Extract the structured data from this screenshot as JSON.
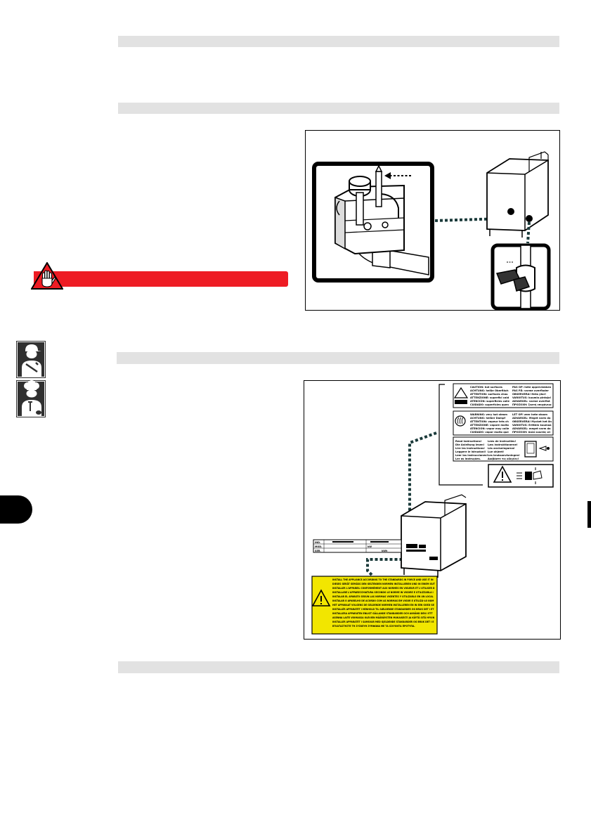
{
  "page": {
    "background": "#ffffff",
    "section_bar_color": "#e2e2e2",
    "warning_color": "#ee1c24",
    "label_yellow": "#f2e600"
  },
  "labels": {
    "hot_surface": {
      "left": [
        "CAUTION: hot surfaces",
        "ACHTUNG: heiße Oberflächen",
        "ATTENTION: surfaces chaudes",
        "ATTENZIONE: superfici calde",
        "ATENCIÓN: superficies calientes",
        "CUIDADO: superfícies quentes"
      ],
      "right": [
        "PAS OP: hete oppervlakken!",
        "PAS PÅ: varme overflader",
        "OBSERVERA! Heta ytor!",
        "VAROITUS: kuumia pintoja!",
        "ADVARSEL: varme overflater!",
        "ΠΡΟΣΟΧΗ: ζεστή επιφάνεια"
      ]
    },
    "hot_steam": {
      "left": [
        "WARNING: very hot steam",
        "ACHTUNG: heißer Dampf",
        "ATTENTION: vapeur très chaude",
        "ATTENZIONE: vapore molto caldo",
        "ATENCIÓN: vapor muy caliente",
        "CUIDADO: vapor muito quente"
      ],
      "right": [
        "LET OP! zeer hete stoom",
        "ADVARSEL: Meget varm damp!",
        "OBSERVERA! Mycket het ånga!",
        "VAROITUS: Erittäin kuumaa höyryä!",
        "ADVARSEL: meget varm damp!",
        "ΠΡΟΣΟΧΗ: πολύ καυτός ατμός"
      ]
    },
    "read_instructions": {
      "left": [
        "Read instructions!",
        "Die Anleitung lesen!",
        "Lire les instructions!",
        "Leggere le istruzioni!",
        "Leer las instrucciones!",
        "Ler as instruções."
      ],
      "right": [
        "Lees de instructies!",
        "Læs instruktionerne!",
        "Läs anvisningarna!",
        "Lue ohjeet!",
        "Les bruksanvisningen!",
        "Διαβάστε τις οδηγίες!"
      ]
    },
    "rating_plate": [
      "IND.",
      "",
      "MOD.",
      "",
      "SER.",
      "",
      "kW",
      "kWh"
    ],
    "yellow_notice": [
      "INSTALL THE APPLIANCE ACCORDING TO THE STANDARDS IN FORCE AND USE IT IN A WELL-VENTILATED AREA.",
      "DIESES GERÄT GEMÄSS DEN GELTENDEN NORMEN INSTALLIEREN UND IN EINEM GUT BELÜFTETEN RAUM BENUTZEN.",
      "INSTALLER L'APPAREIL CONFORMÉMENT AUX NORMES EN VIGUEUR ET L'UTILISER DANS UN LOCAL BIEN AÉRÉ.",
      "INSTALLARE L'APPARECCHIATURA SECONDO LE NORME IN VIGORE E UTILIZZARLA IN UN LOCALE BEN AERATO.",
      "INSTALAR EL APARATO SEGÚN LAS NORMAS VIGENTES Y UTILIZARLO EN UN LOCAL BIEN VENTILADO.",
      "INSTALAR O APARELHO DE ACORDO COM AS NORMAS EM VIGOR E UTILIZÁ-LO NUM LOCAL BEM VENTILADO.",
      "HET APPARAAT VOLGENS DE GELDENDE NORMEN INSTALLEREN EN IN EEN GOED GEVENTILEERDE RUIMTE GEBRUIKEN.",
      "INSTALLÉR APPARATET I HENHOLD TIL GÆLDENDE STANDARDER OG BRUG DET I ET GODT VENTILERET RUM.",
      "INSTALLERA APPARATEN ENLIGT GÄLLANDE STANDARDER OCH ANVÄND DEN I ETT VÄLVENTILERAT UTRYMME.",
      "ASENNA LAITE VOIMASSA OLEVIEN MÄÄRÄYSTEN MUKAISESTI JA KÄYTÄ SITÄ HYVIN TUULETETUSSA TILASSA.",
      "INSTALLER APPARATET I SAMSVAR MED GJELDENDE STANDARDER OG BRUK DET I ET GODT VENTILERT ROM.",
      "ΕΓΚΑΤΑΣΤΗΣΤΕ ΤΗ ΣΥΣΚΕΥΗ ΣΥΜΦΩΝΑ ΜΕ ΤΑ ΙΣΧΥΟΝΤΑ ΠΡΟΤΥΠΑ."
    ]
  }
}
